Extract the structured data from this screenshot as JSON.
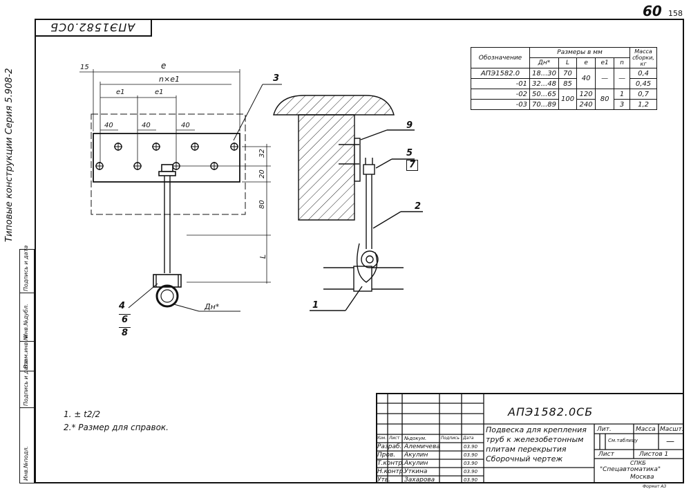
{
  "page_number": "60",
  "sheet_number": "158",
  "stamp_code": "АПЭ1582.0СБ",
  "series_label": "Типовые конструкции Серия 5.908-2",
  "side_fields": [
    "Инв.№подл.",
    "Подпись и дата",
    "Взам.инв.№",
    "Инв.№дубл.",
    "Подпись и дата"
  ],
  "front_view": {
    "dims": {
      "overall": "e",
      "pitch_group": "n×e1",
      "pitch1": "e1",
      "pitch2": "e1",
      "offset": "15",
      "spacing_a": "40",
      "spacing_b": "40",
      "spacing_c": "40",
      "v1": "32",
      "v2": "20",
      "v3": "80",
      "v4": "L",
      "pipe_dia": "Дн*"
    },
    "callouts": [
      "3",
      "4",
      "6",
      "8"
    ]
  },
  "side_view": {
    "callouts": [
      "9",
      "5",
      "7",
      "2",
      "1"
    ]
  },
  "table": {
    "header_designation": "Обозначение",
    "header_sizes": "Размеры в мм",
    "header_mass": "Масса сборки, кг",
    "cols": [
      "Дн*",
      "L",
      "e",
      "e1",
      "n"
    ],
    "rows": [
      {
        "designation": "АПЭ1582.0",
        "dn": "18...30",
        "L": "70",
        "e": "40",
        "e1": "—",
        "n": "—",
        "mass": "0,4"
      },
      {
        "designation": "-01",
        "dn": "32...48",
        "L": "85",
        "e": "",
        "e1": "",
        "n": "",
        "mass": "0,45"
      },
      {
        "designation": "-02",
        "dn": "50...65",
        "L": "100",
        "e": "120",
        "e1": "80",
        "n": "1",
        "mass": "0,7"
      },
      {
        "designation": "-03",
        "dn": "70...89",
        "L": "",
        "e": "240",
        "e1": "",
        "n": "3",
        "mass": "1,2"
      }
    ]
  },
  "notes": [
    "1. ± t2/2",
    "2.* Размер для справок."
  ],
  "title_block": {
    "doc_code": "АПЭ1582.0СБ",
    "title_lines": [
      "Подвеска для крепления",
      "труб к железобетонным",
      "плитам перекрытия",
      "Сборочный чертеж"
    ],
    "col_heads": [
      "Изм.",
      "Лист",
      "№докум.",
      "Подпись",
      "Дата"
    ],
    "roles": [
      {
        "role": "Разраб.",
        "name": "Алемичева",
        "date": "03.90"
      },
      {
        "role": "Пров.",
        "name": "Акулин",
        "date": "03.90"
      },
      {
        "role": "Т.контр.",
        "name": "Акулин",
        "date": "03.90"
      },
      {
        "role": "Н.контр.",
        "name": "Уткина",
        "date": "03.90"
      },
      {
        "role": "Утв.",
        "name": "Захарова",
        "date": "03.90"
      }
    ],
    "lit": "Лит.",
    "mass": "Масса",
    "scale": "Масшт.",
    "mass_value": "См.таблицу",
    "scale_value": "—",
    "sheet": "Лист",
    "sheets": "Листов 1",
    "org_lines": [
      "СПКБ",
      "\"Спецавтоматика\"",
      "Москва"
    ],
    "format": "Формат А3"
  }
}
